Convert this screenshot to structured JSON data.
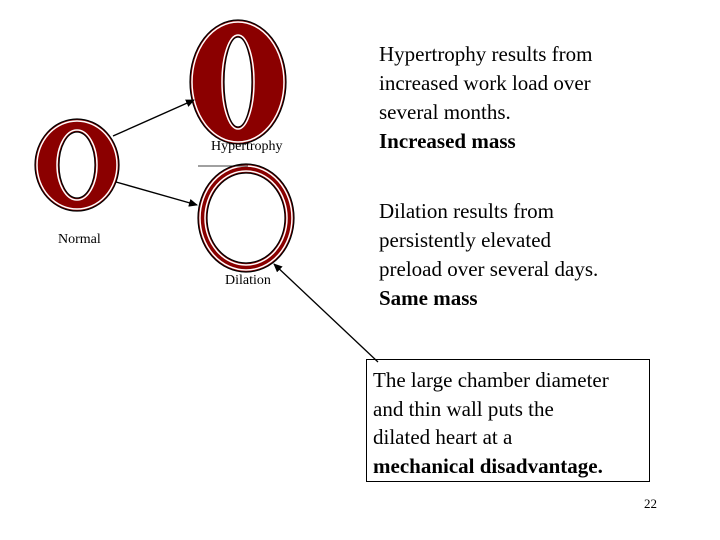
{
  "diagram": {
    "labels": {
      "normal": "Normal",
      "hypertrophy": "Hypertrophy",
      "dilation": "Dilation"
    },
    "colors": {
      "ring_fill": "#8B0000",
      "ring_outline": "#000000",
      "arrow": "#000000"
    }
  },
  "notes": {
    "hypertrophy": {
      "lines": [
        "Hypertrophy results from",
        "increased work load over",
        "several months."
      ],
      "emphasis": "Increased mass"
    },
    "dilation": {
      "lines": [
        "Dilation results from",
        "persistently elevated",
        "preload over several days."
      ],
      "emphasis": "Same mass"
    }
  },
  "callout": {
    "lines": [
      "The large chamber diameter",
      "and thin wall puts the",
      "dilated heart at a"
    ],
    "emphasis": "mechanical disadvantage."
  },
  "page_number": "22"
}
